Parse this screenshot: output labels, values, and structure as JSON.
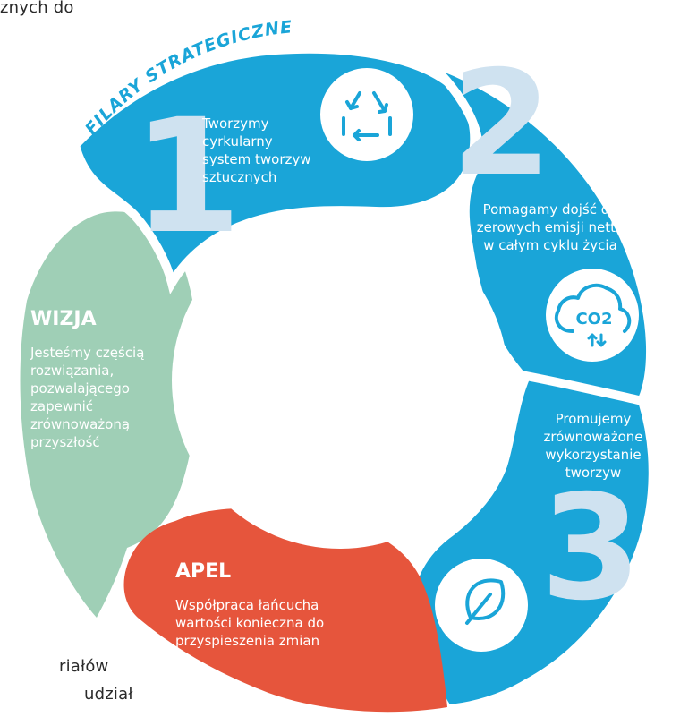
{
  "background_text": {
    "top": "znych do",
    "bottom1": "riałów",
    "bottom2": "udział"
  },
  "arc_title": "FILARY STRATEGICZNE",
  "pillars": [
    {
      "number": "1",
      "text_lines": [
        "Tworzymy",
        "cyrkularny",
        "system tworzyw",
        "sztucznych"
      ],
      "icon": "recycle-icon"
    },
    {
      "number": "2",
      "text_lines": [
        "Pomagamy dojść do",
        "zerowych emisji netto",
        "w całym cyklu życia"
      ],
      "icon": "co2-cloud-icon",
      "icon_text": "CO2"
    },
    {
      "number": "3",
      "text_lines": [
        "Promujemy",
        "zrównoważone",
        "wykorzystanie",
        "tworzyw"
      ],
      "icon": "leaf-icon"
    }
  ],
  "vision": {
    "title": "WIZJA",
    "text_lines": [
      "Jesteśmy częścią",
      "rozwiązania,",
      "pozwalającego",
      "zapewnić",
      "zrównoważoną",
      "przyszłość"
    ]
  },
  "appeal": {
    "title": "APEL",
    "text_lines": [
      "Współpraca łańcucha",
      "wartości konieczna do",
      "przyspieszenia zmian"
    ]
  },
  "colors": {
    "blue": "#1aa5d8",
    "blue_light": "#cfe2f0",
    "green": "#9fcfb6",
    "red": "#e6553c",
    "white": "#ffffff"
  }
}
